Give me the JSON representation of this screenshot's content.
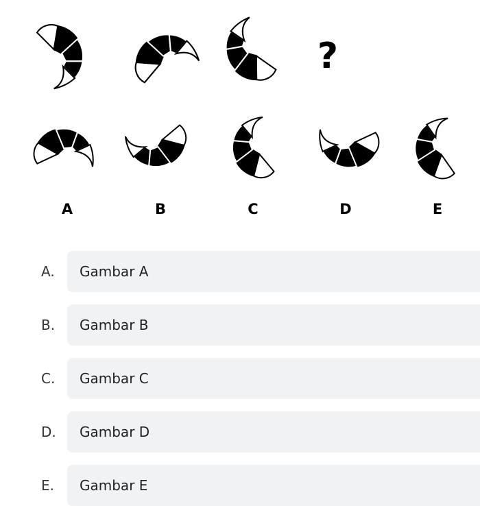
{
  "figure": {
    "question_mark": "?",
    "choice_labels": [
      "A",
      "B",
      "C",
      "D",
      "E"
    ]
  },
  "options": [
    {
      "letter": "A.",
      "text": "Gambar A"
    },
    {
      "letter": "B.",
      "text": "Gambar B"
    },
    {
      "letter": "C.",
      "text": "Gambar C"
    },
    {
      "letter": "D.",
      "text": "Gambar D"
    },
    {
      "letter": "E.",
      "text": "Gambar E"
    }
  ]
}
